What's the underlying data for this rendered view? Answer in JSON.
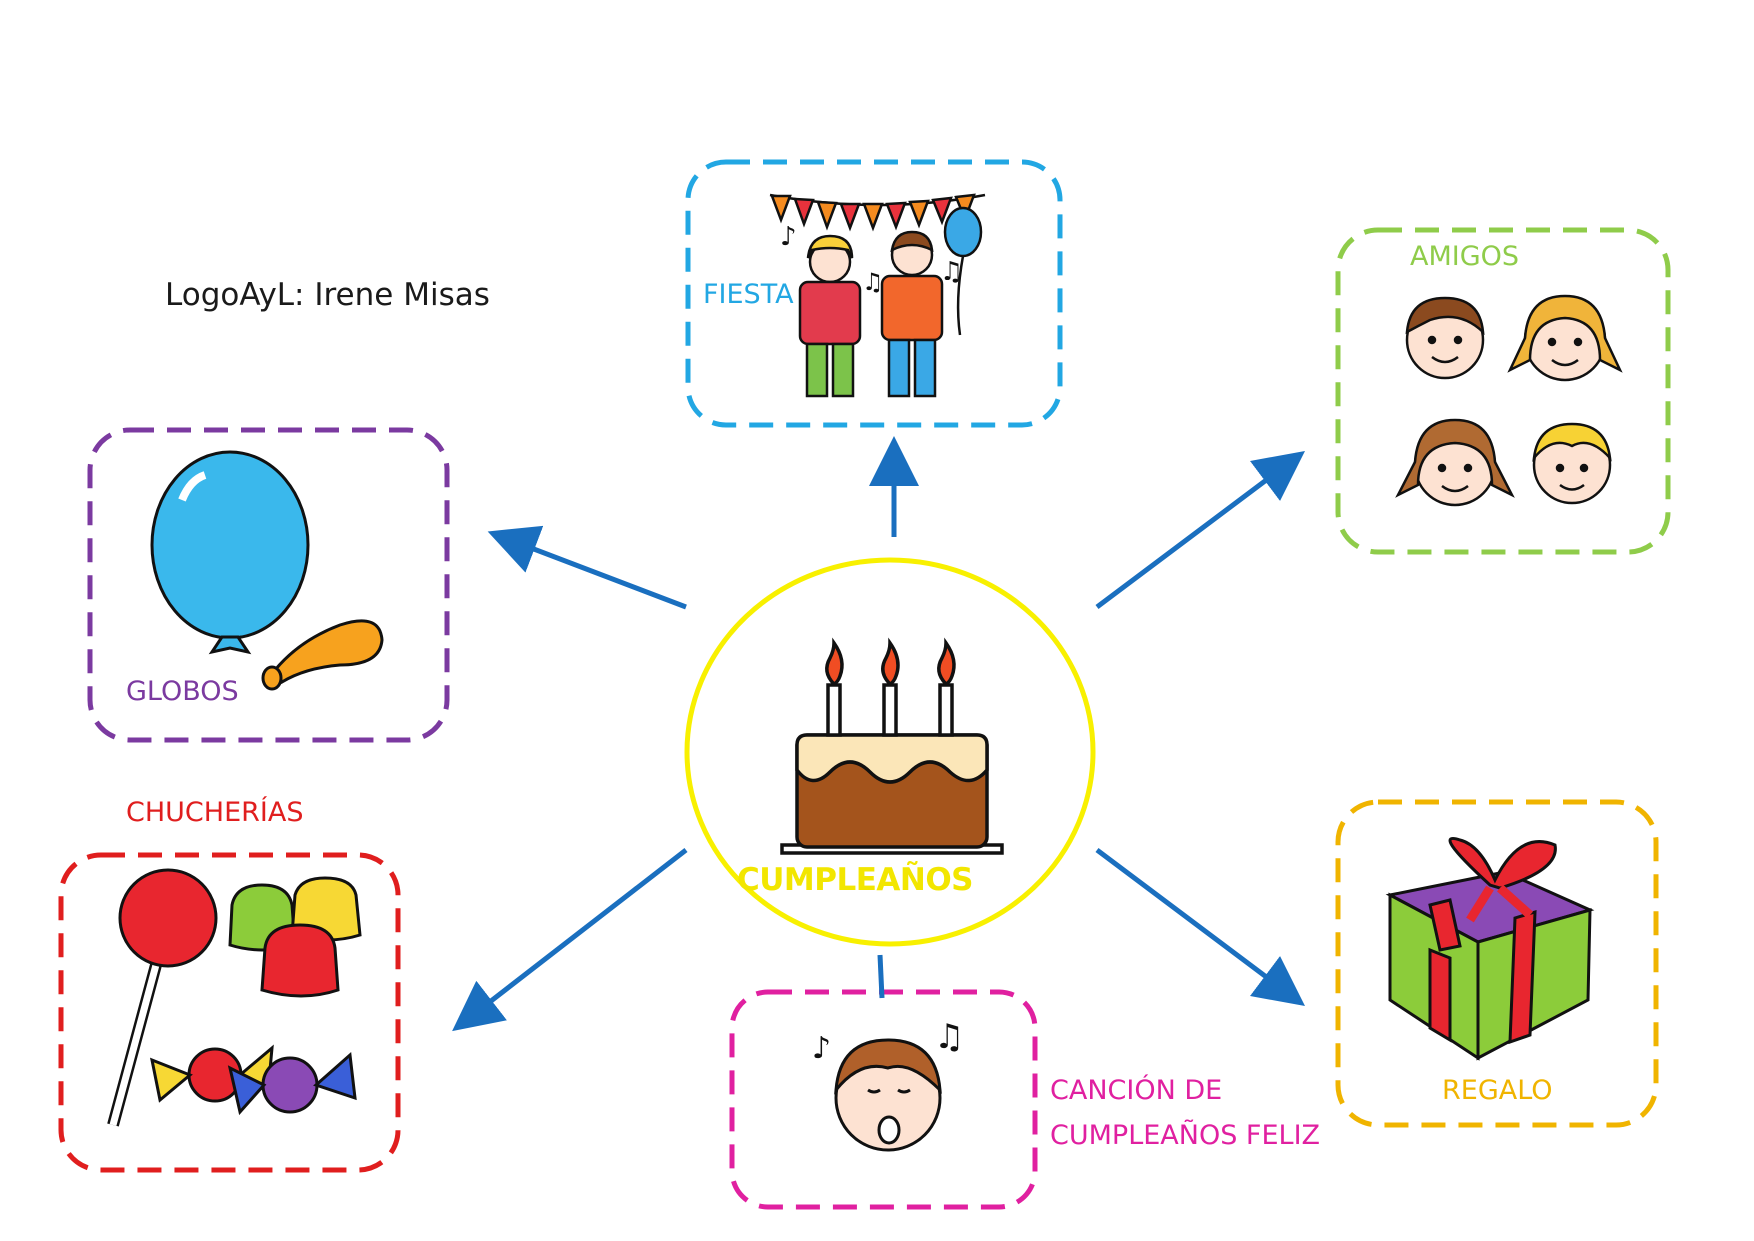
{
  "author": "LogoAyL: Irene Misas",
  "center": {
    "label": "CUMPLEAÑOS",
    "color": "#f2e600",
    "border": "#f8f000"
  },
  "arrow_color": "#1a6fbf",
  "nodes": {
    "fiesta": {
      "label": "FIESTA",
      "color": "#22a7e3"
    },
    "amigos": {
      "label": "AMIGOS",
      "color": "#8fcc4a"
    },
    "globos": {
      "label": "GLOBOS",
      "color": "#7b3aa0"
    },
    "chucherias": {
      "label": "CHUCHERÍAS",
      "color": "#e01e1e"
    },
    "cancion": {
      "label_line1": "CANCIÓN DE",
      "label_line2": "CUMPLEAÑOS FELIZ",
      "color": "#e020a0"
    },
    "regalo": {
      "label": "REGALO",
      "color": "#f0b400"
    }
  }
}
